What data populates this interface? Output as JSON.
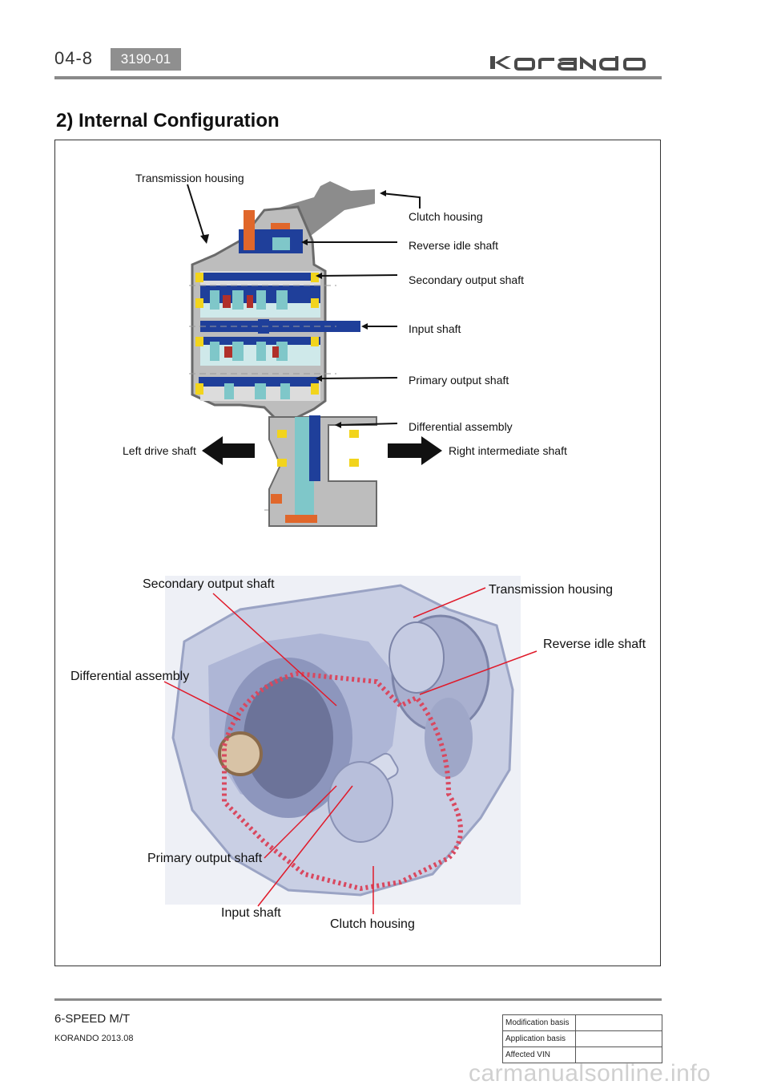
{
  "header": {
    "page_number": "04-8",
    "section_code": "3190-01",
    "brand": "korando"
  },
  "title": "2) Internal Configuration",
  "diagram_top": {
    "labels": {
      "transmission_housing": "Transmission housing",
      "clutch_housing": "Clutch housing",
      "reverse_idle_shaft": "Reverse idle shaft",
      "secondary_output_shaft": "Secondary output shaft",
      "input_shaft": "Input shaft",
      "primary_output_shaft": "Primary output shaft",
      "differential_assembly": "Differential assembly",
      "left_drive_shaft": "Left drive shaft",
      "right_intermediate_shaft": "Right intermediate shaft"
    },
    "colors": {
      "shaft_blue": "#1f3f9a",
      "housing_gray": "#8c8c8c",
      "bearing_yellow": "#f2d41c",
      "gear_cyan": "#7fc7c9",
      "accent_orange": "#e0672b",
      "gear_red": "#b0302a"
    }
  },
  "diagram_bottom": {
    "labels": {
      "secondary_output_shaft": "Secondary output shaft",
      "transmission_housing": "Transmission housing",
      "reverse_idle_shaft": "Reverse idle shaft",
      "differential_assembly": "Differential assembly",
      "primary_output_shaft": "Primary output shaft",
      "input_shaft": "Input shaft",
      "clutch_housing": "Clutch housing"
    },
    "colors": {
      "leader_red": "#e01a2a",
      "gasket_pink": "#d9485f"
    }
  },
  "footer": {
    "model": "6-SPEED M/T",
    "vehicle": "KORANDO 2013.08",
    "table": [
      {
        "label": "Modification basis",
        "value": ""
      },
      {
        "label": "Application basis",
        "value": ""
      },
      {
        "label": "Affected VIN",
        "value": ""
      }
    ],
    "watermark": "carmanualsonline.info"
  }
}
